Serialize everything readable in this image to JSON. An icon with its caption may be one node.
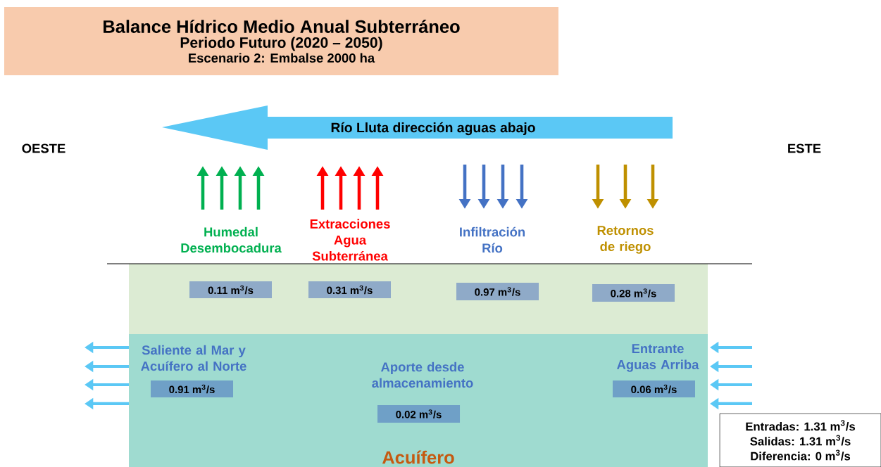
{
  "diagram": {
    "nodes": [
      {
        "text": [
          "Balance Hídrico Medio Anual Subterráneo",
          "Periodo Futuro (2020 – 2050)",
          "Escenario 2: Embalse 2000 ha"
        ]
      },
      {
        "text": [
          "Río Lluta dirección aguas abajo"
        ]
      },
      {
        "text": [],
        "shape": "box"
      },
      {
        "text": [
          "Acuífero"
        ]
      },
      {
        "text": [
          "0.11 m$^{3}$/s"
        ],
        "in": 2
      },
      {
        "text": [
          "0.31 m$^{3}$/s"
        ],
        "in": 2
      },
      {
        "text": [
          "0.97 m$^{3}$/s"
        ],
        "in": 2
      },
      {
        "text": [
          "0.28 m$^{3}$/s"
        ],
        "in": 2
      },
      {
        "text": [
          "0.91 m$^{3}$/s"
        ],
        "in": 3
      },
      {
        "text": [
          "0.02 m$^{3}$/s"
        ],
        "in": 3
      },
      {
        "text": [
          "0.06 m$^{3}$/s"
        ],
        "in": 3
      },
      {
        "text": [
          "Entradas: 1.31 m$^{3}$/s",
          "Salidas: 1.31 m$^{3}$/s",
          "Diferencia: 0 m$^{3}$/s"
        ]
      }
    ],
    "labels": [
      "OESTE",
      "ESTE",
      "Humedal Desembocadura",
      "Extracciones Agua Subterránea",
      "Infiltración Río",
      "Retornos de riego",
      "Saliente al Mar y Acuífero al Norte",
      "Aporte desde almacenamiento",
      "Entrante Aguas Arriba"
    ]
  }
}
